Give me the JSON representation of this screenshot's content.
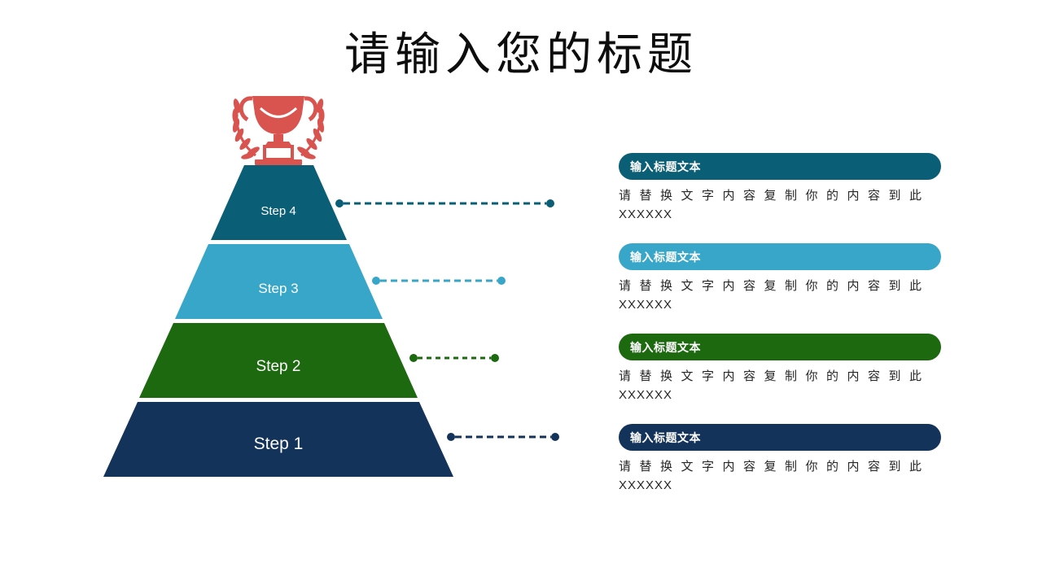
{
  "slide": {
    "title": "请输入您的标题"
  },
  "trophy": {
    "icon": "trophy-with-laurel-icon",
    "color": "#D9534F"
  },
  "pyramid": {
    "levels": [
      {
        "label": "Step 4",
        "color": "#0A5E76"
      },
      {
        "label": "Step 3",
        "color": "#37A6C9"
      },
      {
        "label": "Step 2",
        "color": "#1C690F"
      },
      {
        "label": "Step 1",
        "color": "#14335B"
      }
    ]
  },
  "callouts": [
    {
      "title": "输入标题文本",
      "body_line1": "请 替 换 文 字 内 容 复 制 你 的 内 容 到 此",
      "body_line2": "XXXXXX",
      "accent": "#0A5E76"
    },
    {
      "title": "输入标题文本",
      "body_line1": "请 替 换 文 字 内 容 复 制 你 的 内 容 到 此",
      "body_line2": "XXXXXX",
      "accent": "#37A6C9"
    },
    {
      "title": "输入标题文本",
      "body_line1": "请 替 换 文 字 内 容 复 制 你 的 内 容 到 此",
      "body_line2": "XXXXXX",
      "accent": "#1C690F"
    },
    {
      "title": "输入标题文本",
      "body_line1": "请 替 换 文 字 内 容 复 制 你 的 内 容 到 此",
      "body_line2": "XXXXXX",
      "accent": "#14335B"
    }
  ]
}
